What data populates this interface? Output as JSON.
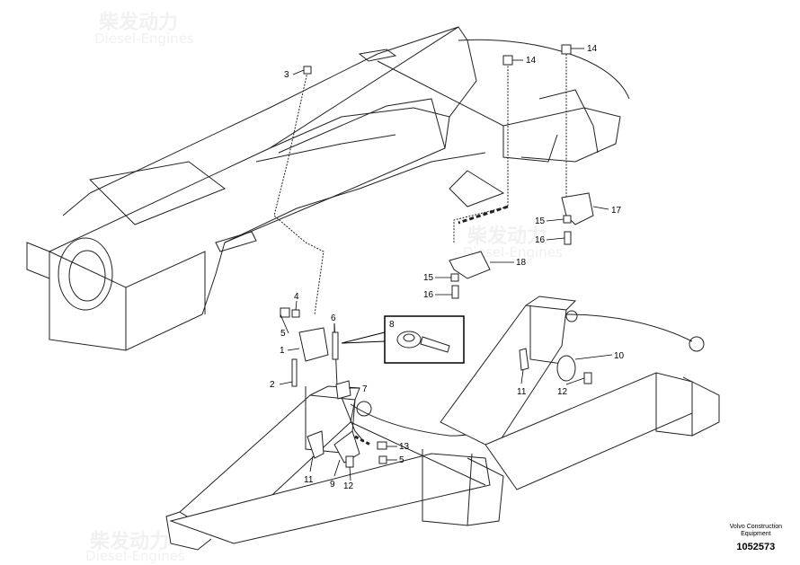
{
  "watermark": {
    "brand": "柴发动力",
    "subtitle": "Diesel-Engines"
  },
  "callouts": {
    "c1": "1",
    "c2": "2",
    "c3": "3",
    "c4": "4",
    "c5a": "5",
    "c5b": "5",
    "c6": "6",
    "c7": "7",
    "c8": "8",
    "c9": "9",
    "c10": "10",
    "c11a": "11",
    "c11b": "11",
    "c12a": "12",
    "c12b": "12",
    "c13": "13",
    "c14a": "14",
    "c14b": "14",
    "c15a": "15",
    "c15b": "15",
    "c16a": "16",
    "c16b": "16",
    "c17": "17",
    "c18": "18"
  },
  "footer": {
    "line1": "Volvo Construction",
    "line2": "Equipment",
    "number": "1052573"
  }
}
